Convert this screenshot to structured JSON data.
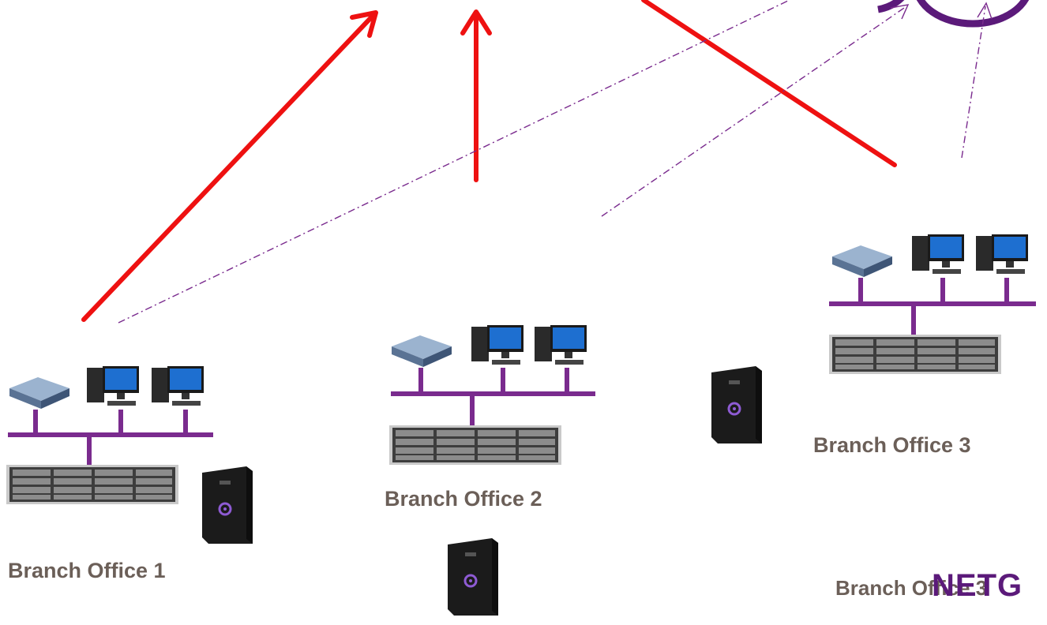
{
  "labels": {
    "branch1": "Branch Office 1",
    "branch2": "Branch Office 2",
    "branch3": "Branch Office 3",
    "branch3_overlap": "Branch Office 3"
  },
  "logo": {
    "text": "NETG"
  },
  "colors": {
    "replication_arrow": "#ee1111",
    "dashed_link": "#7a2b8e",
    "network_bus": "#7a2b8e",
    "label_text": "#6b5f58",
    "cloud_ring": "#5b1a7a"
  },
  "icons": {
    "workstation": "desktop-computer-icon",
    "server": "network-appliance-icon",
    "rack": "rackmount-storage-icon",
    "nas": "desktop-nas-icon",
    "cloud": "cloud-ring-icon"
  }
}
